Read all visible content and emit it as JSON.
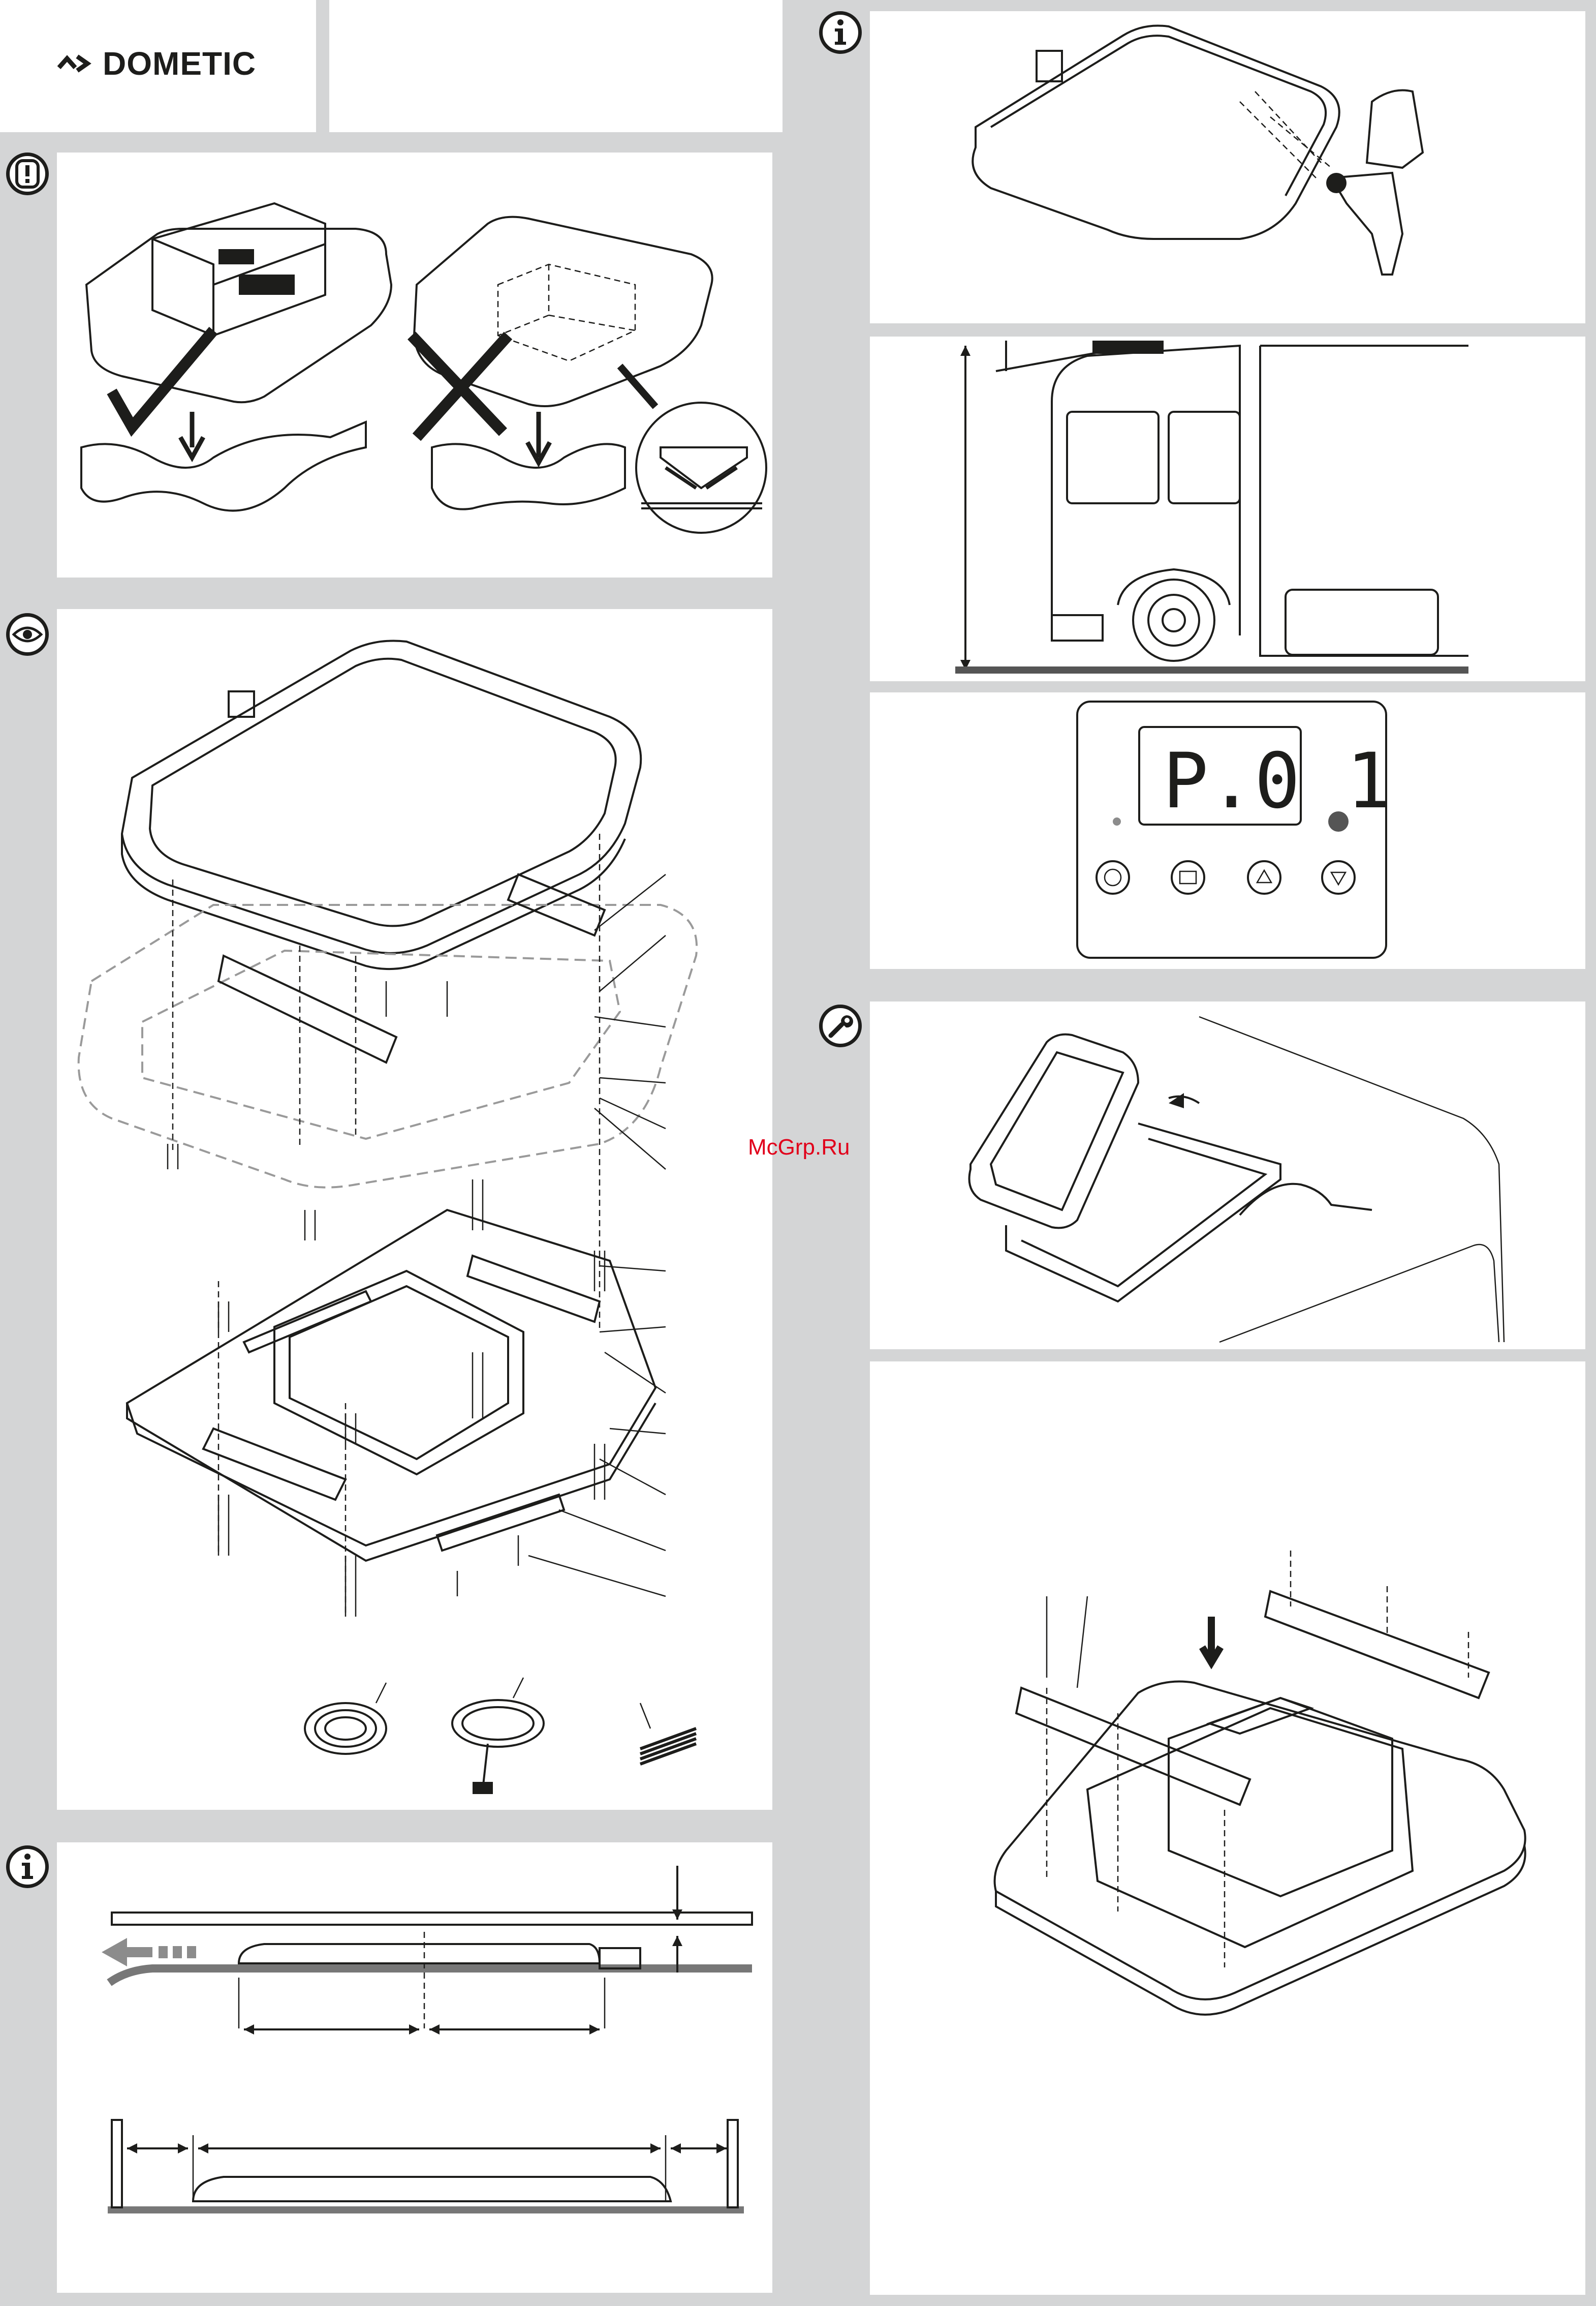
{
  "header": {
    "brand": "DOMETIC"
  },
  "badges": {
    "warning": "exclamation-icon",
    "inspect": "eye-icon",
    "info": "info-icon",
    "maintenance": "wrench-icon"
  },
  "display": {
    "readout": "P.0 1",
    "buttons": [
      "power-button",
      "menu-button",
      "up-button",
      "down-button"
    ]
  },
  "watermark": "McGrp.Ru",
  "colors": {
    "background": "#d4d5d6",
    "panel": "#ffffff",
    "line": "#1d1d1b",
    "accent": "#e1001a"
  }
}
